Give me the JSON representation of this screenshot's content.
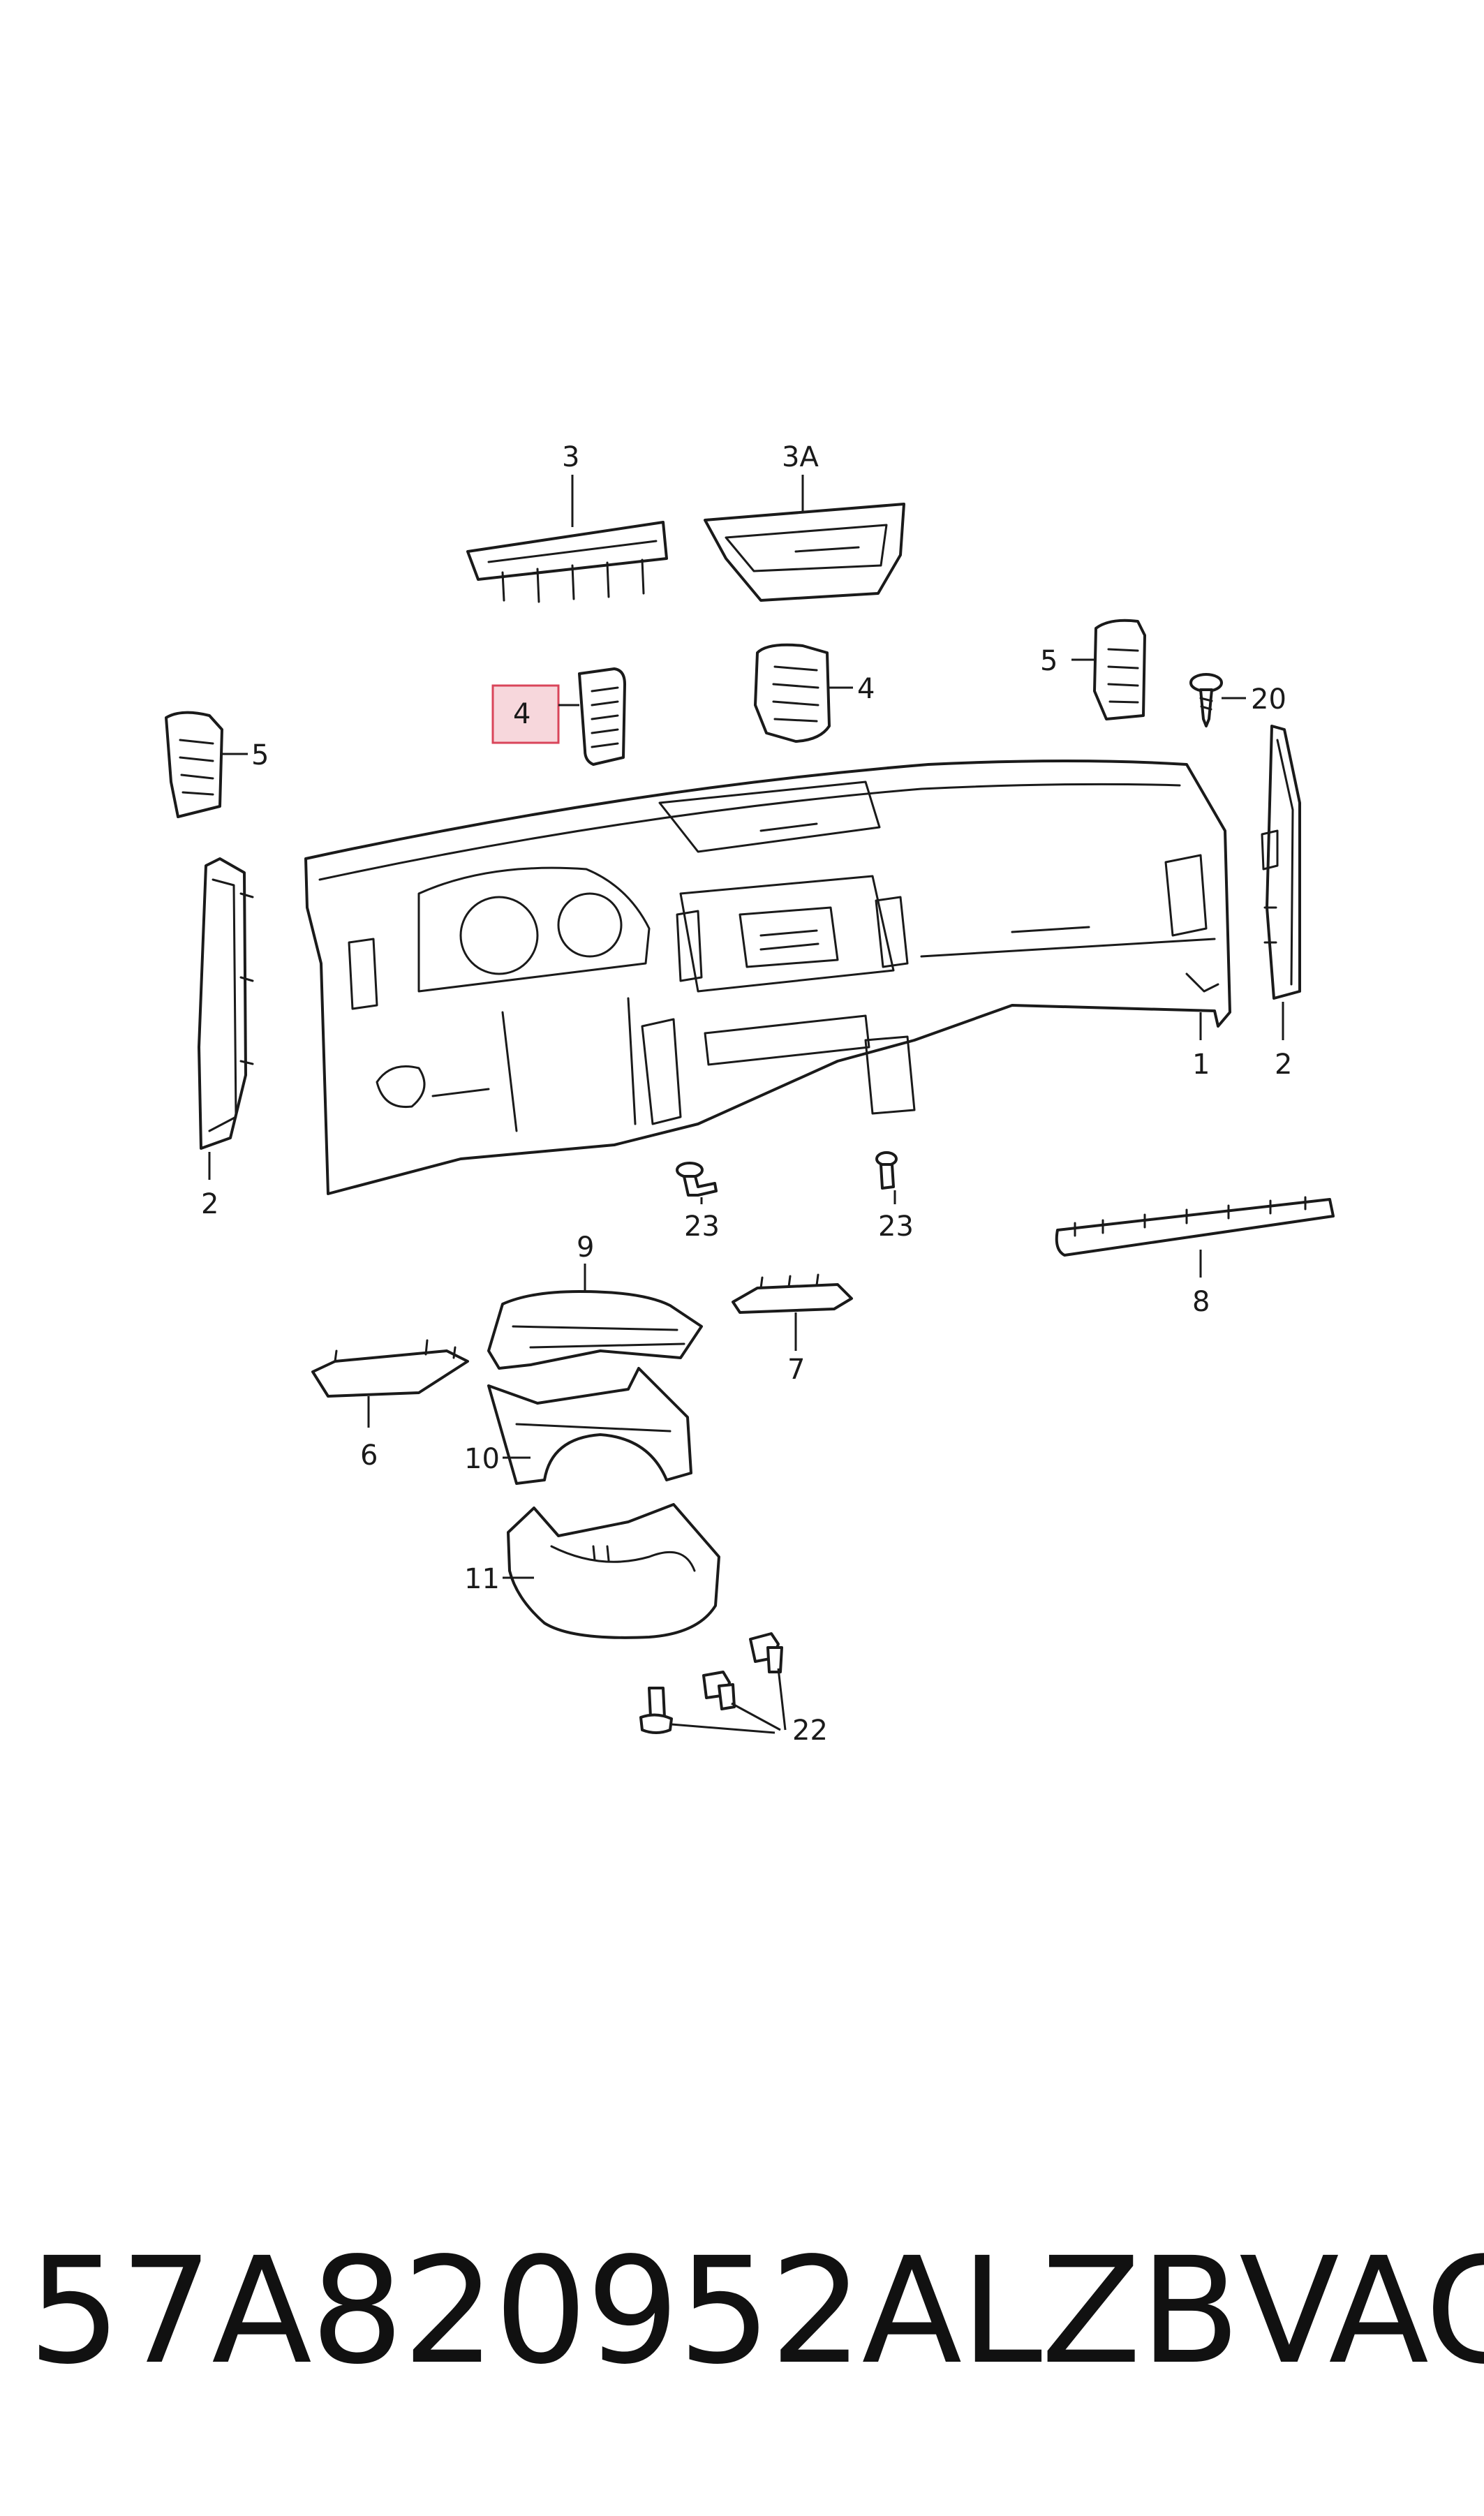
{
  "diagram": {
    "labels": {
      "l3": "3",
      "l3a": "3A",
      "l4_left": "4",
      "l4_right": "4",
      "l5_left": "5",
      "l5_right": "5",
      "l20": "20",
      "l1": "1",
      "l2_left": "2",
      "l2_right": "2",
      "l23_left": "23",
      "l23_right": "23",
      "l9": "9",
      "l7": "7",
      "l8": "8",
      "l6": "6",
      "l10": "10",
      "l11": "11",
      "l22": "22"
    },
    "highlight": {
      "label": "4",
      "color": "#d9455a"
    }
  },
  "footer": {
    "part_number": "57A820952ALZB",
    "brand": "VAG"
  }
}
